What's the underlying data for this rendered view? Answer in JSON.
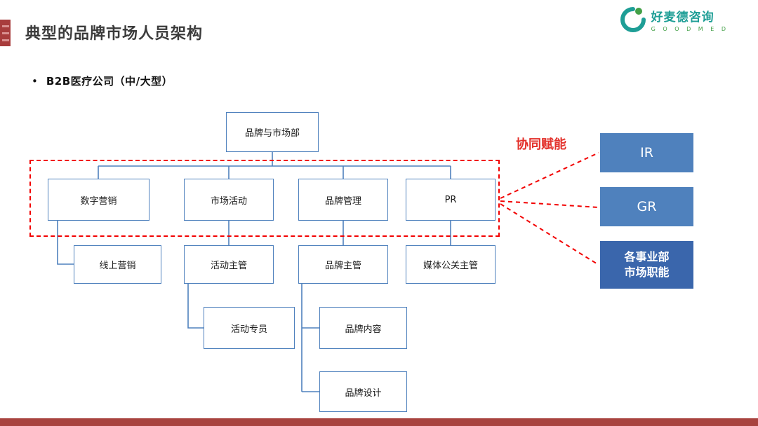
{
  "header": {
    "title": "典型的品牌市场人员架构",
    "bullet_marker": "•",
    "bullet": "B2B医疗公司（中/大型）"
  },
  "logo": {
    "cn": "好麦德咨询",
    "en": "G O O D M E D"
  },
  "annotation": {
    "label": "协同赋能"
  },
  "org": {
    "root": "品牌与市场部",
    "level2": [
      "数字营销",
      "市场活动",
      "品牌管理",
      "PR"
    ],
    "level3": [
      "线上营销",
      "活动主管",
      "品牌主管",
      "媒体公关主管"
    ],
    "level4": [
      "活动专员",
      "品牌内容"
    ],
    "level5": [
      "品牌设计"
    ]
  },
  "side_boxes": [
    "IR",
    "GR",
    "各事业部\n市场职能"
  ],
  "colors": {
    "org_box_border": "#4f81bd",
    "side_box_fill": "#4f81bd",
    "side_box_fill_dark": "#3a66ac",
    "dashed_red": "#f20000",
    "annotation_red": "#e3302a",
    "bottom_bar": "#a8433f",
    "logo_teal": "#1e9e96",
    "logo_green": "#43a047",
    "title_accent": "#a83c3c"
  }
}
